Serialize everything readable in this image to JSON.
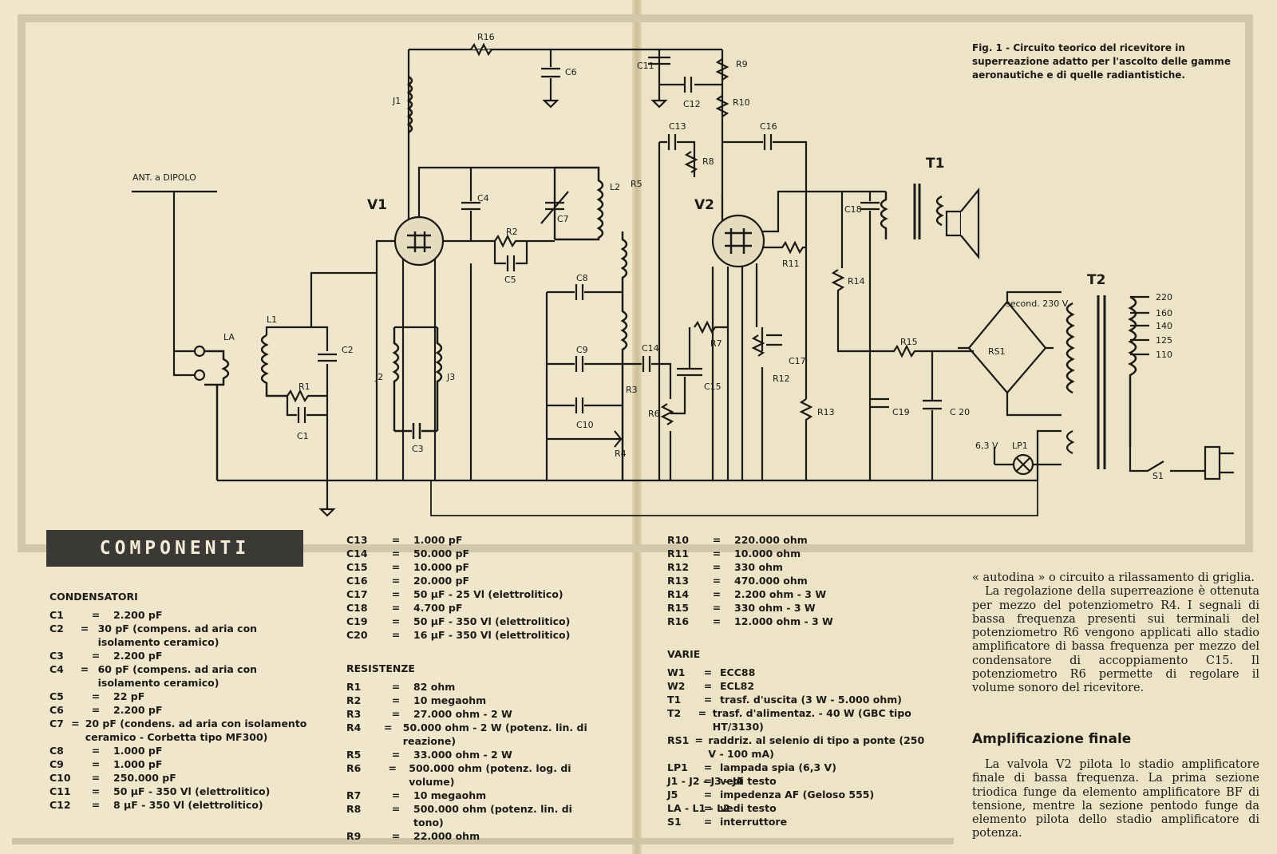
{
  "caption": "Fig. 1 - Circuito teorico del ricevitore in superreazione adatto per l'ascolto delle gamme aeronautiche e di quelle radiantistiche.",
  "schematic": {
    "ant": "ANT. a DIPOLO",
    "tubes": [
      "V1",
      "V2"
    ],
    "transformers": [
      "T1",
      "T2"
    ],
    "second": "second. 230 V",
    "taps": [
      "220",
      "160",
      "140",
      "125",
      "110"
    ],
    "v63": "6,3 V",
    "labels": [
      "R16",
      "C6",
      "J1",
      "C11",
      "R9",
      "C12",
      "R10",
      "C13",
      "C16",
      "R8",
      "L2",
      "R5",
      "C4",
      "C7",
      "R2",
      "C5",
      "C18",
      "R11",
      "R14",
      "C8",
      "R3",
      "C9",
      "C10",
      "C14",
      "R6",
      "C15",
      "R7",
      "R12",
      "C17",
      "R13",
      "C19",
      "C 20",
      "R15",
      "RS1",
      "LP1",
      "S1",
      "L1",
      "LA",
      "C2",
      "R1",
      "C1",
      "J2",
      "J3",
      "C3",
      "R4"
    ]
  },
  "componenti": {
    "title": "COMPONENTI",
    "condensatori_title": "CONDENSATORI",
    "condensatori": [
      {
        "k": "C1",
        "v": "2.200 pF"
      },
      {
        "k": "C2",
        "v": "30 pF (compens. ad aria con isolamento ceramico)"
      },
      {
        "k": "C3",
        "v": "2.200 pF"
      },
      {
        "k": "C4",
        "v": "60 pF (compens. ad aria con isolamento ceramico)"
      },
      {
        "k": "C5",
        "v": "22 pF"
      },
      {
        "k": "C6",
        "v": "2.200 pF"
      },
      {
        "k": "C7",
        "v": "20 pF (condens. ad aria con isolamento ceramico - Corbetta tipo MF300)"
      },
      {
        "k": "C8",
        "v": "1.000 pF"
      },
      {
        "k": "C9",
        "v": "1.000 pF"
      },
      {
        "k": "C10",
        "v": "250.000 pF"
      },
      {
        "k": "C11",
        "v": "50 μF - 350 Vl (elettrolitico)"
      },
      {
        "k": "C12",
        "v": "8 μF - 350 Vl (elettrolitico)"
      }
    ],
    "condensatori2": [
      {
        "k": "C13",
        "v": "1.000 pF"
      },
      {
        "k": "C14",
        "v": "50.000 pF"
      },
      {
        "k": "C15",
        "v": "10.000 pF"
      },
      {
        "k": "C16",
        "v": "20.000 pF"
      },
      {
        "k": "C17",
        "v": "50 μF - 25 Vl (elettrolitico)"
      },
      {
        "k": "C18",
        "v": "4.700 pF"
      },
      {
        "k": "C19",
        "v": "50 μF - 350 Vl (elettrolitico)"
      },
      {
        "k": "C20",
        "v": "16 μF - 350 Vl (elettrolitico)"
      }
    ],
    "resistenze_title": "RESISTENZE",
    "resistenze": [
      {
        "k": "R1",
        "v": "82 ohm"
      },
      {
        "k": "R2",
        "v": "10 megaohm"
      },
      {
        "k": "R3",
        "v": "27.000 ohm - 2 W"
      },
      {
        "k": "R4",
        "v": "50.000 ohm - 2 W (potenz. lin. di reazione)"
      },
      {
        "k": "R5",
        "v": "33.000 ohm - 2 W"
      },
      {
        "k": "R6",
        "v": "500.000 ohm (potenz. log. di volume)"
      },
      {
        "k": "R7",
        "v": "10 megaohm"
      },
      {
        "k": "R8",
        "v": "500.000 ohm (potenz. lin. di tono)"
      },
      {
        "k": "R9",
        "v": "22.000 ohm"
      }
    ],
    "resistenze2": [
      {
        "k": "R10",
        "v": "220.000 ohm"
      },
      {
        "k": "R11",
        "v": "10.000 ohm"
      },
      {
        "k": "R12",
        "v": "330 ohm"
      },
      {
        "k": "R13",
        "v": "470.000 ohm"
      },
      {
        "k": "R14",
        "v": "2.200 ohm - 3 W"
      },
      {
        "k": "R15",
        "v": "330 ohm - 3 W"
      },
      {
        "k": "R16",
        "v": "12.000 ohm - 3 W"
      }
    ],
    "varie_title": "VARIE",
    "varie": [
      {
        "k": "W1",
        "v": "ECC88"
      },
      {
        "k": "W2",
        "v": "ECL82"
      },
      {
        "k": "T1",
        "v": "trasf. d'uscita (3 W - 5.000 ohm)"
      },
      {
        "k": "T2",
        "v": "trasf. d'alimentaz. - 40 W (GBC tipo HT/3130)"
      },
      {
        "k": "RS1",
        "v": "raddriz. al selenio di tipo a ponte (250 V - 100 mA)"
      },
      {
        "k": "LP1",
        "v": "lampada spia (6,3 V)"
      },
      {
        "k": "J1 - J2 - J3 - J4",
        "v": "vedi testo"
      },
      {
        "k": "J5",
        "v": "impedenza AF (Geloso 555)"
      },
      {
        "k": "LA - L1 - L2",
        "v": "vedi testo"
      },
      {
        "k": "S1",
        "v": "interruttore"
      }
    ]
  },
  "article": {
    "p1": "« autodina » o circuito a rilassamento di griglia.",
    "p2": "La regolazione della superreazione è ottenuta per mezzo del potenziometro R4. I segnali di bassa frequenza presenti sui terminali del potenziometro R6 vengono applicati allo stadio amplificatore di bassa frequenza per mezzo del condensatore di accoppiamento C15. Il potenziometro R6 permette di regolare il volume sonoro del ricevitore.",
    "heading": "Amplificazione finale",
    "p3": "La valvola V2 pilota lo stadio amplificatore finale di bassa frequenza. La prima sezione triodica funge da elemento amplificatore BF di tensione, mentre la sezione pentodo funge da elemento pilota dello stadio amplificatore di potenza."
  }
}
